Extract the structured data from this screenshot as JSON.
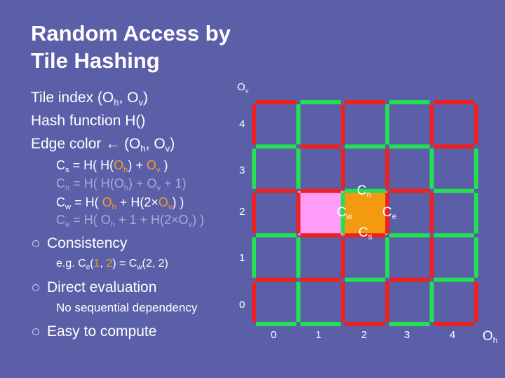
{
  "title": {
    "line1": "Random Access by",
    "line2": "Tile Hashing"
  },
  "defs": {
    "tile_index": {
      "pre": "Tile index (O",
      "h": "h",
      "mid": ", O",
      "v": "v",
      "post": ")"
    },
    "hash_function": "Hash function H()",
    "edge_color": {
      "pre": "Edge color ← (O",
      "h": "h",
      "mid": ", O",
      "v": "v",
      "post": ")"
    }
  },
  "formulas": {
    "cs": {
      "C": "C",
      "sub": "s",
      "a": " = H( H(",
      "O1": "O",
      "h": "h",
      "b": ") + ",
      "O2": "O",
      "v": "v",
      "c": " )"
    },
    "cn": {
      "C": "C",
      "sub": "n",
      "a": " = H( H(O",
      "h": "h",
      "b": ") + O",
      "v": "v",
      "c": " + 1)"
    },
    "cw": {
      "C": "C",
      "sub": "w",
      "a": " = H( ",
      "O1": "O",
      "h": "h",
      "b": " + H(2×",
      "O2": "O",
      "v": "v",
      "c": ") )"
    },
    "ce": {
      "C": "C",
      "sub": "e",
      "a": " = H( O",
      "h": "h",
      "b": " + 1 + H(2×O",
      "v": "v",
      "c": ") )"
    }
  },
  "bullets": {
    "consistency": "Consistency",
    "example": {
      "pre": "e.g. C",
      "sub1": "e",
      "p1": "(",
      "n1": "1",
      "comma1": ", ",
      "n2": "2",
      "p2": ") = C",
      "sub2": "w",
      "p3": "(2, 2)"
    },
    "direct": "Direct evaluation",
    "no_seq": "No sequential dependency",
    "easy": "Easy to compute"
  },
  "axes": {
    "ov": {
      "O": "O",
      "sub": "v"
    },
    "oh": {
      "O": "O",
      "sub": "h"
    },
    "y_ticks": [
      "4",
      "3",
      "2",
      "1",
      "0"
    ],
    "x_ticks": [
      "0",
      "1",
      "2",
      "3",
      "4"
    ]
  },
  "edge_labels": {
    "cn": {
      "C": "C",
      "sub": "n"
    },
    "cw": {
      "C": "C",
      "sub": "w"
    },
    "ce": {
      "C": "C",
      "sub": "e"
    },
    "cs": {
      "C": "C",
      "sub": "s"
    }
  },
  "colors": {
    "background": "#5b5fa8",
    "red": "#ee2020",
    "green": "#22e050",
    "tile_pink": "#ff9cf8",
    "tile_orange": "#f39a10",
    "orange_text": "#f0a020",
    "dim_text": "#a9abd4"
  },
  "grid": {
    "rows": 5,
    "cols": 5,
    "horizontal_edges": [
      [
        "red",
        "green",
        "red",
        "green",
        "red"
      ],
      [
        "green",
        "red",
        "green",
        "green",
        "red"
      ],
      [
        "red",
        "red",
        "green",
        "red",
        "green"
      ],
      [
        "green",
        "red",
        "red",
        "green",
        "green"
      ],
      [
        "red",
        "red",
        "green",
        "red",
        "green"
      ],
      [
        "green",
        "green",
        "red",
        "green",
        "red"
      ]
    ],
    "vertical_edges": [
      [
        "red",
        "green",
        "red",
        "green",
        "red",
        "red"
      ],
      [
        "green",
        "green",
        "red",
        "red",
        "green",
        "green"
      ],
      [
        "red",
        "red",
        "green",
        "red",
        "red",
        "green"
      ],
      [
        "green",
        "green",
        "red",
        "green",
        "red",
        "green"
      ],
      [
        "red",
        "green",
        "red",
        "red",
        "green",
        "red"
      ]
    ],
    "highlighted": [
      {
        "col": 1,
        "row": 2,
        "color": "tile_pink"
      },
      {
        "col": 2,
        "row": 2,
        "color": "tile_orange"
      }
    ]
  }
}
